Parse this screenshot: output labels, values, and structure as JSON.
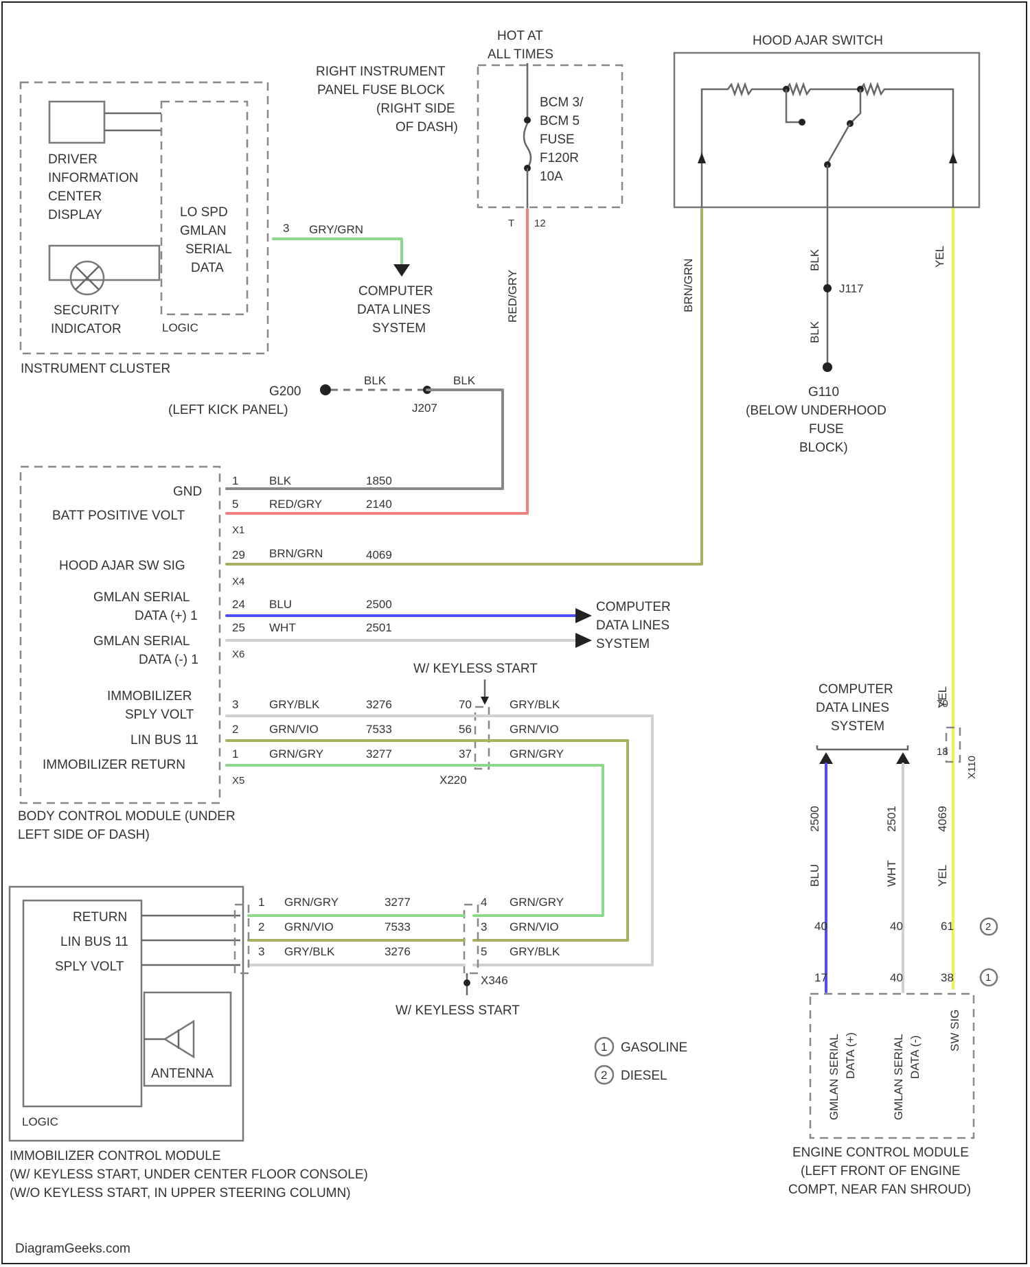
{
  "instrument_cluster": {
    "dic_label": [
      "DRIVER",
      "INFORMATION",
      "CENTER",
      "DISPLAY"
    ],
    "security_label": [
      "SECURITY",
      "INDICATOR"
    ],
    "serial_label": [
      "LO SPD",
      "GMLAN",
      "SERIAL",
      "DATA"
    ],
    "logic": "LOGIC",
    "title": "INSTRUMENT CLUSTER",
    "pin": "3",
    "wire_color": "GRY/GRN",
    "dest": [
      "COMPUTER",
      "DATA LINES",
      "SYSTEM"
    ]
  },
  "fuse_block": {
    "hot": [
      "HOT AT",
      "ALL TIMES"
    ],
    "label": [
      "RIGHT INSTRUMENT",
      "PANEL FUSE BLOCK",
      "(RIGHT SIDE",
      "OF DASH)"
    ],
    "fuse": [
      "BCM 3/",
      "BCM 5",
      "FUSE",
      "F120R",
      "10A"
    ],
    "pins": [
      "T",
      "12"
    ],
    "wire_color": "RED/GRY"
  },
  "hood_switch": {
    "title": "HOOD AJAR SWITCH",
    "wire_left": "BRN/GRN",
    "wire_right": "YEL",
    "ground": {
      "wire_top": "BLK",
      "splice": "J117",
      "wire_bottom": "BLK",
      "name": "G110",
      "loc": [
        "(BELOW UNDERHOOD",
        "FUSE",
        "BLOCK)"
      ]
    }
  },
  "ground_g200": {
    "name": "G200",
    "loc": "(LEFT KICK PANEL)",
    "wire_a": "BLK",
    "splice": "J207",
    "wire_b": "BLK"
  },
  "bcm": {
    "pins": [
      {
        "label": "GND",
        "pin": "1",
        "color": "BLK",
        "circuit": "1850"
      },
      {
        "label": "BATT POSITIVE VOLT",
        "pin": "5",
        "color": "RED/GRY",
        "circuit": "2140"
      },
      {
        "label": "HOOD AJAR SW SIG",
        "pin": "29",
        "color": "BRN/GRN",
        "circuit": "4069"
      },
      {
        "label": "GMLAN SERIAL",
        "label2": "DATA (+) 1",
        "pin": "24",
        "color": "BLU",
        "circuit": "2500"
      },
      {
        "label": "GMLAN SERIAL",
        "label2": "DATA (-) 1",
        "pin": "25",
        "color": "WHT",
        "circuit": "2501"
      },
      {
        "label": "IMMOBILIZER",
        "label2": "SPLY VOLT",
        "pin": "3",
        "color": "GRY/BLK",
        "circuit": "3276"
      },
      {
        "label": "LIN BUS 11",
        "pin": "2",
        "color": "GRN/VIO",
        "circuit": "7533"
      },
      {
        "label": "IMMOBILIZER RETURN",
        "pin": "1",
        "color": "GRN/GRY",
        "circuit": "3277"
      }
    ],
    "connectors": [
      "X1",
      "X4",
      "X6",
      "X5"
    ],
    "title": [
      "BODY CONTROL MODULE (UNDER",
      "LEFT SIDE OF DASH)"
    ],
    "dest": [
      "COMPUTER",
      "DATA LINES",
      "SYSTEM"
    ]
  },
  "x220": {
    "note_top": "W/ KEYLESS START",
    "pins_left": [
      "70",
      "56",
      "37"
    ],
    "name": "X220",
    "colors_right": [
      "GRY/BLK",
      "GRN/VIO",
      "GRN/GRY"
    ]
  },
  "immobilizer": {
    "pins": [
      {
        "label": "RETURN",
        "pin": "1",
        "color": "GRN/GRY",
        "circuit": "3277"
      },
      {
        "label": "LIN BUS 11",
        "pin": "2",
        "color": "GRN/VIO",
        "circuit": "7533"
      },
      {
        "label": "SPLY VOLT",
        "pin": "3",
        "color": "GRY/BLK",
        "circuit": "3276"
      }
    ],
    "antenna": "ANTENNA",
    "logic": "LOGIC",
    "title": [
      "IMMOBILIZER CONTROL MODULE",
      "(W/ KEYLESS START, UNDER CENTER FLOOR CONSOLE)",
      "(W/O KEYLESS START, IN UPPER STEERING COLUMN)"
    ],
    "x346": {
      "name": "X346",
      "note": "W/ KEYLESS START",
      "pins": [
        "4",
        "3",
        "5"
      ],
      "colors": [
        "GRN/GRY",
        "GRN/VIO",
        "GRY/BLK"
      ]
    }
  },
  "legend": [
    {
      "num": "1",
      "text": "GASOLINE"
    },
    {
      "num": "2",
      "text": "DIESEL"
    }
  ],
  "ecm": {
    "cdl": [
      "COMPUTER",
      "DATA LINES",
      "SYSTEM"
    ],
    "wires": [
      {
        "circuit": "2500",
        "color": "BLU",
        "pin": "17"
      },
      {
        "circuit": "2501",
        "color": "WHT",
        "pin": "40"
      },
      {
        "circuit": "4069",
        "color": "YEL",
        "pin": "38"
      }
    ],
    "yel_top": "YEL",
    "yel_pins": [
      "70",
      "18"
    ],
    "splice": "X110",
    "pin_alt": [
      "40",
      "61"
    ],
    "legend_marks": [
      "2",
      "1"
    ],
    "inputs": [
      [
        "GMLAN SERIAL",
        "DATA (+)"
      ],
      [
        "GMLAN SERIAL",
        "DATA (-)"
      ],
      [
        "SW SIG"
      ]
    ],
    "title": [
      "ENGINE CONTROL MODULE",
      "(LEFT FRONT OF ENGINE",
      "COMPT, NEAR FAN SHROUD)"
    ]
  },
  "footer": "DiagramGeeks.com",
  "colors": {
    "red": "#f08080",
    "green": "#8cd98c",
    "blue": "#4d4dff",
    "yellow": "#f2f24d",
    "olive": "#a8b060",
    "gray": "#888888",
    "white_wire": "#d0d0d0"
  }
}
